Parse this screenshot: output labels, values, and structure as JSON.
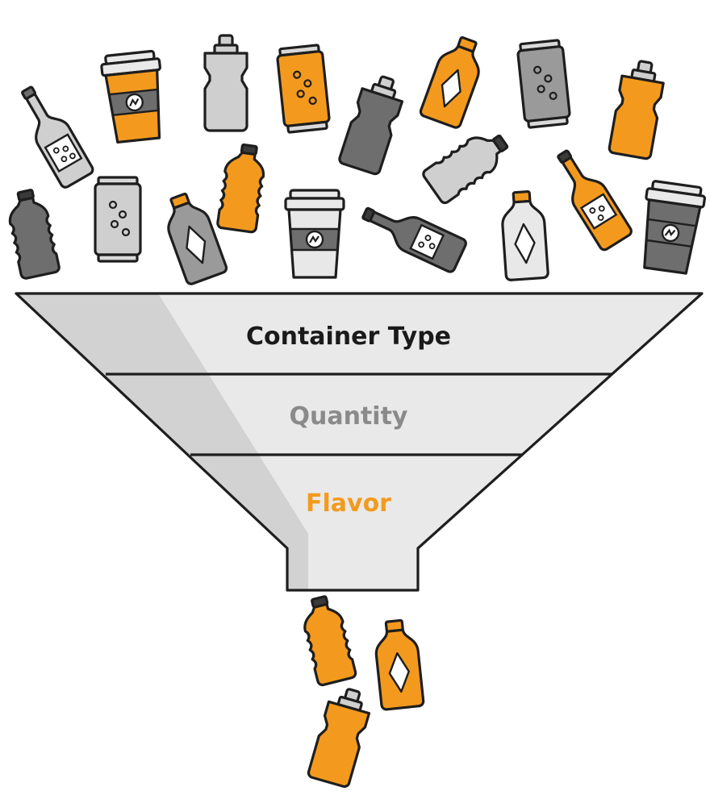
{
  "funnel": {
    "stages": [
      {
        "id": "container-type",
        "label": "Container Type",
        "color": "#1a1a1a"
      },
      {
        "id": "quantity",
        "label": "Quantity",
        "color": "#8a8a8a"
      },
      {
        "id": "flavor",
        "label": "Flavor",
        "color": "#f39a1e"
      }
    ],
    "fill_color": "#e9e9e9",
    "shadow_color": "#d2d2d2",
    "outline_color": "#1e1e1e"
  },
  "palette": {
    "orange": "#f39a1e",
    "orange_light": "#f7c27e",
    "gray_dark": "#6e6e6e",
    "gray_mid": "#9a9a9a",
    "gray_light": "#cfcfcf",
    "gray_pale": "#e8e8e8"
  },
  "icons": {
    "input": [
      "wine-bottle-icon",
      "coffee-cup-icon",
      "sport-bottle-icon",
      "soda-can-icon",
      "sport-bottle-icon",
      "juice-bottle-icon",
      "soda-can-icon",
      "sport-bottle-icon",
      "plastic-bottle-icon",
      "soda-can-icon",
      "juice-bottle-icon",
      "plastic-bottle-icon",
      "coffee-cup-icon",
      "beer-bottle-icon",
      "plastic-bottle-icon",
      "juice-bottle-icon",
      "beer-bottle-icon",
      "coffee-cup-icon"
    ],
    "output": [
      "plastic-bottle-icon",
      "juice-bottle-icon",
      "sport-bottle-icon"
    ]
  }
}
